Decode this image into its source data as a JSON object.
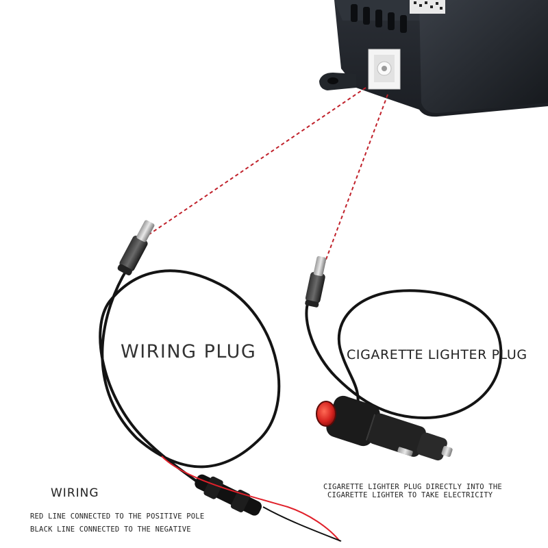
{
  "labels": {
    "wiring_plug": "WIRING PLUG",
    "cigarette_lighter_plug": "CIGARETTE LIGHTER PLUG",
    "wiring": "WIRING",
    "red_line_note": "RED LINE CONNECTED TO THE POSITIVE POLE",
    "black_line_note": "BLACK LINE CONNECTED TO THE NEGATIVE",
    "cigarette_desc_line1": "CIGARETTE LIGHTER PLUG DIRECTLY INTO THE",
    "cigarette_desc_line2": "CIGARETTE LIGHTER TO TAKE ELECTRICITY"
  },
  "colors": {
    "cable": "#111111",
    "red_wire": "#e0202a",
    "dashed_guide": "#c0202a",
    "controller_body": "#23272e",
    "lighter_button": "#d6231f"
  }
}
